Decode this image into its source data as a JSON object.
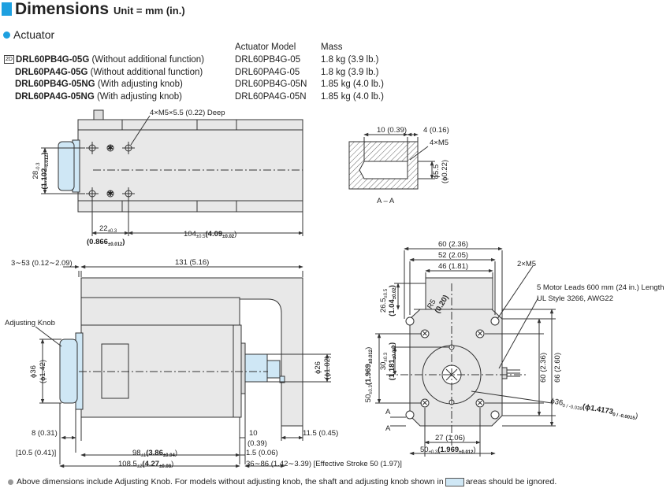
{
  "header": {
    "title": "Dimensions",
    "unit": "Unit = mm (in.)"
  },
  "section": {
    "label": "Actuator"
  },
  "table": {
    "col_model": "Actuator Model",
    "col_mass": "Mass",
    "tag": "2D",
    "rows": [
      {
        "code": "DRL60PB4G-05G",
        "desc": "(Without additional function)",
        "model": "DRL60PB4G-05",
        "mass": "1.8 kg (3.9 lb.)"
      },
      {
        "code": "DRL60PA4G-05G",
        "desc": "(Without additional function)",
        "model": "DRL60PA4G-05",
        "mass": "1.8 kg (3.9 lb.)"
      },
      {
        "code": "DRL60PB4G-05NG",
        "desc": "(With adjusting knob)",
        "model": "DRL60PB4G-05N",
        "mass": "1.85 kg (4.0 lb.)"
      },
      {
        "code": "DRL60PA4G-05NG",
        "desc": "(With adjusting knob)",
        "model": "DRL60PA4G-05N",
        "mass": "1.85 kg (4.0 lb.)"
      }
    ]
  },
  "top_view": {
    "holes": "4×M5×5.5 (0.22) Deep",
    "dim_28": "28",
    "dim_28_tol": "-0.3",
    "dim_28_in": "(1.102",
    "dim_28_in_tol": "-0.012",
    "dim_28_in_end": ")",
    "dim_22": "22",
    "dim_22_tol": "±0.3",
    "dim_22_in": "(0.866",
    "dim_22_in_tol": "±0.012",
    "dim_22_in_end": ")",
    "dim_104": "104",
    "dim_104_tol": "±0.5",
    "dim_104_in": "(4.09",
    "dim_104_in_tol": "±0.02",
    "dim_104_in_end": ")"
  },
  "section_aa": {
    "dim_10": "10 (0.39)",
    "dim_4": "4 (0.16)",
    "holes": "4×M5",
    "dia": "ϕ5.5",
    "dia_in": "(ϕ0.22)",
    "label": "A – A"
  },
  "side_view": {
    "dim_3_53": "3∼53 (0.12∼2.09)",
    "dim_131": "131 (5.16)",
    "knob_label": "Adjusting Knob",
    "dia36": "ϕ36",
    "dia36_in": "(ϕ1.42)",
    "dia26": "ϕ26",
    "dia26_in": "(ϕ1.02)",
    "dim_8": "8 (0.31)",
    "dim_10": "10",
    "dim_10_in": "(0.39)",
    "dim_11_5": "11.5 (0.45)",
    "dim_10_5": "[10.5 (0.41)]",
    "dim_98": "98",
    "dim_98_tol": "±1",
    "dim_98_in": "(3.86",
    "dim_98_in_tol": "±0.04",
    "dim_98_in_end": ")",
    "dim_108": "108.5",
    "dim_108_tol": "±2",
    "dim_108_in": "(4.27",
    "dim_108_in_tol": "±0.08",
    "dim_108_in_end": ")",
    "dim_1_5": "1.5 (0.06)",
    "dim_stroke": "36∼86 (1.42∼3.39) [Effective Stroke 50 (1.97)]"
  },
  "front_view": {
    "dim_60": "60 (2.36)",
    "dim_52": "52 (2.05)",
    "dim_46": "46 (1.81)",
    "holes": "2×M5",
    "leads": "5 Motor Leads 600 mm (24 in.) Length",
    "ul": "UL Style 3266, AWG22",
    "r5": "R5",
    "r5_in": "(0.20)",
    "dim_26_5": "26.5",
    "dim_26_5_tol": "±0.5",
    "dim_26_5_in": "(1.04",
    "dim_26_5_in_tol": "±0.02",
    "dim_26_5_in_end": ")",
    "dim_50v": "50",
    "dim_50v_tol": "±0.3",
    "dim_50v_in": "(1.969",
    "dim_50v_in_tol": "±0.012",
    "dim_50v_in_end": ")",
    "dim_30": "30",
    "dim_30_tol": "±0.3",
    "dim_30_in": "(1.181",
    "dim_30_in_tol": "±0.012",
    "dim_30_in_end": ")",
    "dim_60v": "60 (2.36)",
    "dim_66v": "66 (2.60)",
    "a_label": "A",
    "dim_27": "27 (1.06)",
    "dim_50h": "50",
    "dim_50h_tol": "±0.3",
    "dim_50h_in": "(1.969",
    "dim_50h_in_tol": "±0.012",
    "dim_50h_in_end": ")",
    "dia36": "ϕ36",
    "dia36_tol": "0 / -0.039",
    "dia36_in": "(ϕ1.4173",
    "dia36_in_tol": "0 / -0.0015",
    "dia36_in_end": ")"
  },
  "footnote": {
    "text1": "Above dimensions include Adjusting Knob.  For models without adjusting knob, the shaft and adjusting knob shown in",
    "text2": "areas should be ignored."
  },
  "colors": {
    "accent": "#1ea0e0",
    "body_fill": "#e8e8e8",
    "knob_fill": "#cfe7f5",
    "line": "#333333"
  }
}
